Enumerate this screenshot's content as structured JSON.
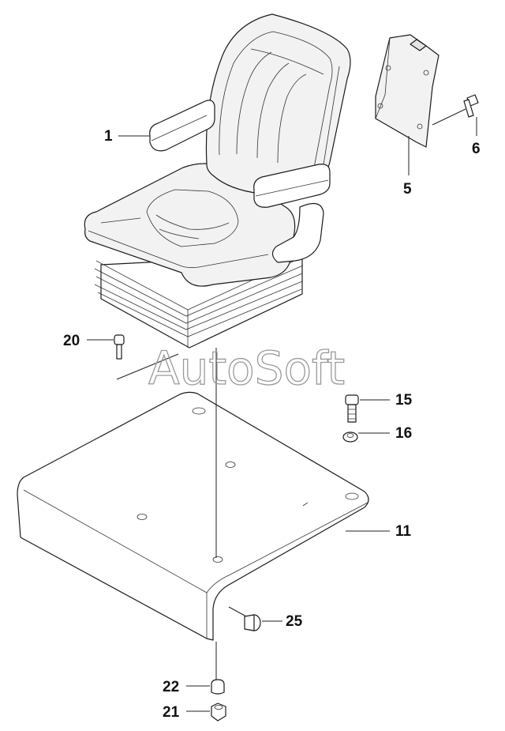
{
  "watermark": "AutoSoft",
  "callouts": [
    {
      "id": "1",
      "label": "1"
    },
    {
      "id": "5",
      "label": "5"
    },
    {
      "id": "6",
      "label": "6"
    },
    {
      "id": "20",
      "label": "20"
    },
    {
      "id": "15",
      "label": "15"
    },
    {
      "id": "16",
      "label": "16"
    },
    {
      "id": "11",
      "label": "11"
    },
    {
      "id": "25",
      "label": "25"
    },
    {
      "id": "22",
      "label": "22"
    },
    {
      "id": "21",
      "label": "21"
    }
  ]
}
